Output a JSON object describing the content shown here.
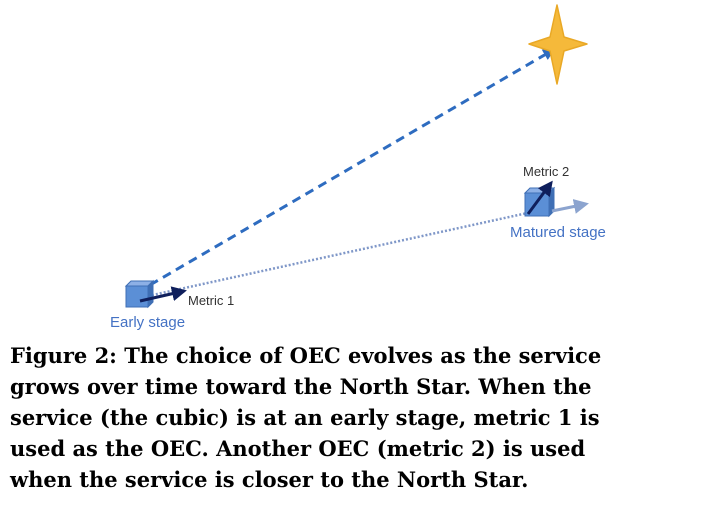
{
  "figure": {
    "labels": {
      "early_stage": "Early stage",
      "matured_stage": "Matured stage",
      "metric1": "Metric 1",
      "metric2": "Metric 2"
    },
    "icons": {
      "north_star": "four-point-star-icon",
      "service_early": "cube-icon",
      "service_matured": "cube-icon"
    },
    "colors": {
      "star": "#F5B93A",
      "star_outline": "#E9A825",
      "cube": "#5B8FD6",
      "cube_edge": "#3F6FB5",
      "dashed_path": "#2E6CC0",
      "dotted_path": "#7F97C8",
      "metric_arrow": "#0F1F5C",
      "matured_arrow": "#8CA4CF",
      "stage_label": "#4472C4",
      "metric_label": "#333333"
    }
  },
  "caption": {
    "lines": [
      "Figure 2:  The choice of OEC evolves as the service",
      "grows over time toward the North Star.  When the",
      "service (the cubic) is at an early stage, metric 1 is",
      "used as the OEC. Another OEC (metric 2) is used",
      "when the service is closer to the North Star."
    ]
  }
}
